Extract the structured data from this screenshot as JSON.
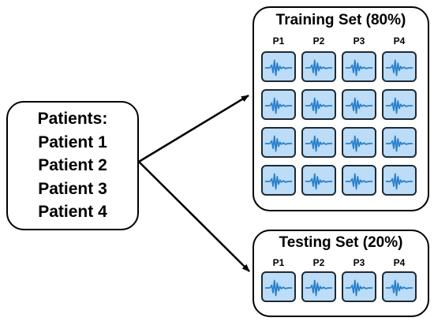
{
  "patients": {
    "title": "Patients:",
    "items": [
      "Patient 1",
      "Patient 2",
      "Patient 3",
      "Patient 4"
    ]
  },
  "training": {
    "title": "Training Set (80%)",
    "columns": [
      "P1",
      "P2",
      "P3",
      "P4"
    ],
    "rows": 4
  },
  "testing": {
    "title": "Testing Set (20%)",
    "columns": [
      "P1",
      "P2",
      "P3",
      "P4"
    ],
    "rows": 1
  },
  "colors": {
    "tile_fill": "#bcdcf7",
    "signal": "#2a7fc9",
    "stroke": "#000000"
  },
  "icons": {
    "signal_tile": "ecg-signal-icon"
  }
}
